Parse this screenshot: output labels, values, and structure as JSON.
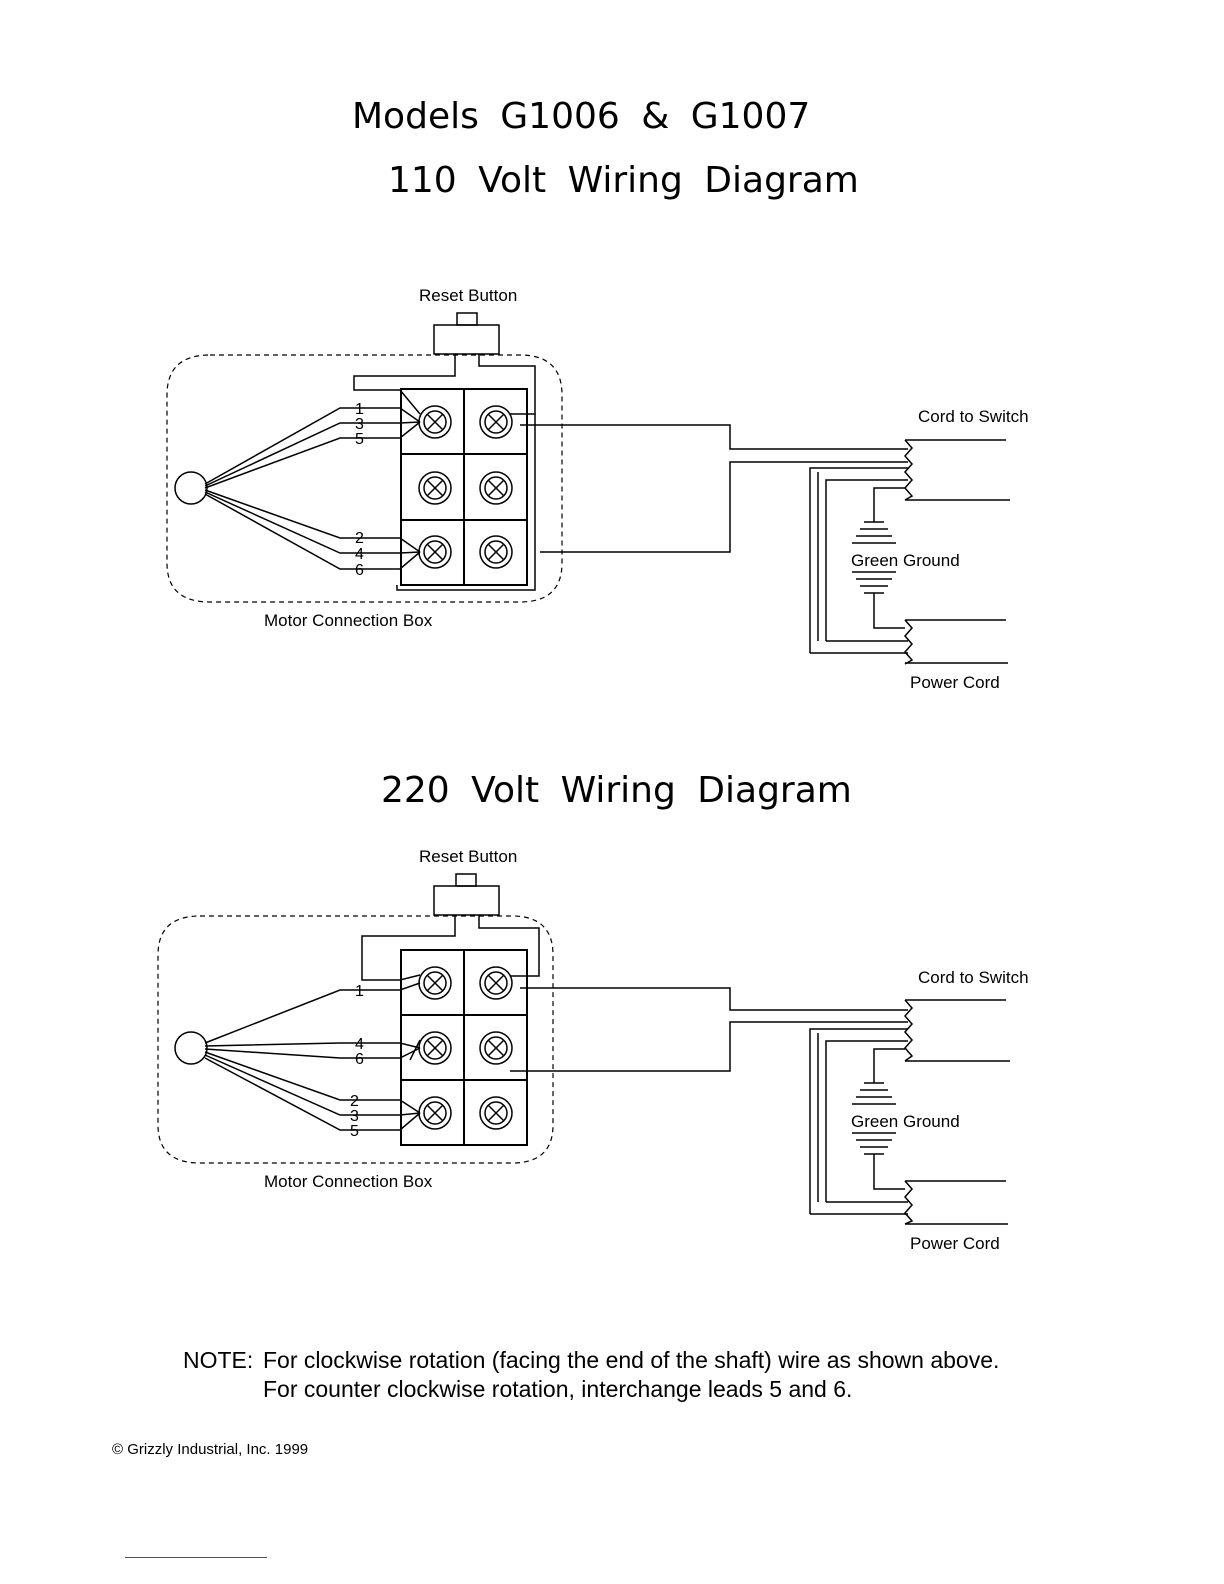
{
  "titles": {
    "models": "Models G1006 & G1007",
    "v110": "110 Volt Wiring Diagram",
    "v220": "220 Volt Wiring Diagram"
  },
  "diagram110": {
    "reset_label": "Reset Button",
    "box_label": "Motor Connection Box",
    "cord_switch_label": "Cord to Switch",
    "ground_label": "Green Ground",
    "power_cord_label": "Power Cord",
    "leads_top": [
      "1",
      "3",
      "5"
    ],
    "leads_bottom": [
      "2",
      "4",
      "6"
    ]
  },
  "diagram220": {
    "reset_label": "Reset Button",
    "box_label": "Motor Connection Box",
    "cord_switch_label": "Cord to Switch",
    "ground_label": "Green Ground",
    "power_cord_label": "Power Cord",
    "leads_top": [
      "1"
    ],
    "leads_mid": [
      "4",
      "6"
    ],
    "leads_bottom": [
      "2",
      "3",
      "5"
    ]
  },
  "note": {
    "label": "NOTE:",
    "line1": "For clockwise rotation (facing the end of the shaft) wire as shown above.",
    "line2": "For  counter clockwise rotation, interchange leads 5 and 6."
  },
  "copyright": "© Grizzly Industrial, Inc. 1999"
}
